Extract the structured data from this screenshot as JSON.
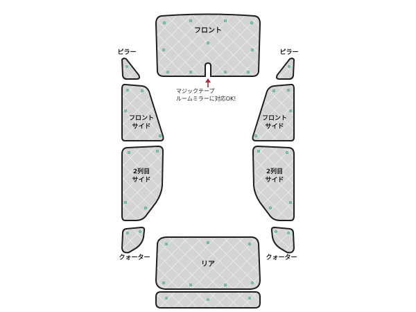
{
  "diagram": {
    "panels": {
      "front": "フロント",
      "pillar_left": "ピラー",
      "pillar_right": "ピラー",
      "front_side_left_1": "フロント",
      "front_side_left_2": "サイド",
      "front_side_right_1": "フロント",
      "front_side_right_2": "サイド",
      "row2_left_1": "2列目",
      "row2_left_2": "サイド",
      "row2_right_1": "2列目",
      "row2_right_2": "サイド",
      "quarter_left": "クォーター",
      "quarter_right": "クォーター",
      "rear": "リア"
    },
    "note": {
      "line1": "マジックテープ",
      "line2": "ルームミラーに対応OK!"
    }
  },
  "colors": {
    "panel_fill": "#d6d6d6",
    "panel_stroke": "#1e1e1e",
    "grid_line": "#f2f2f2",
    "suction_dot": "#7fc9a5",
    "arrow": "#b0283c"
  }
}
